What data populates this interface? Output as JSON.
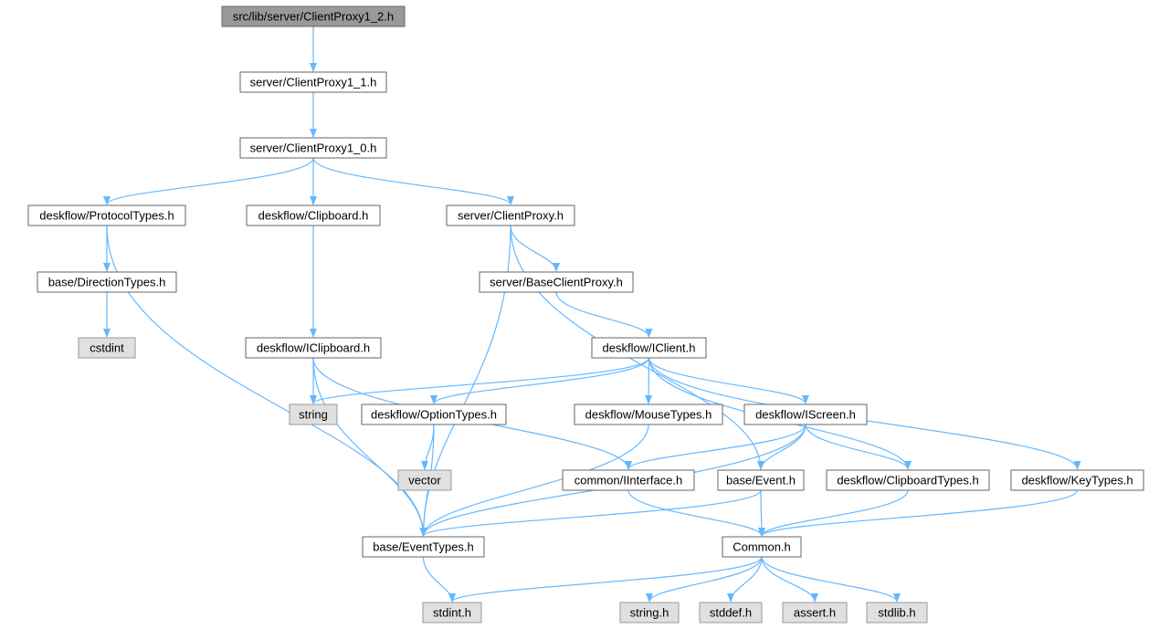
{
  "colors": {
    "edge": "#63b8ff",
    "node_border": "#666666",
    "root_fill": "#999999",
    "root_border": "#666666",
    "normal_fill": "#ffffff",
    "system_fill": "#e0e0e0",
    "system_border": "#999999"
  },
  "nodes": [
    {
      "id": "root",
      "label": "src/lib/server/ClientProxy1_2.h",
      "kind": "root"
    },
    {
      "id": "cp11",
      "label": "server/ClientProxy1_1.h",
      "kind": "normal"
    },
    {
      "id": "cp10",
      "label": "server/ClientProxy1_0.h",
      "kind": "normal"
    },
    {
      "id": "prot",
      "label": "deskflow/ProtocolTypes.h",
      "kind": "normal"
    },
    {
      "id": "clip",
      "label": "deskflow/Clipboard.h",
      "kind": "normal"
    },
    {
      "id": "cp",
      "label": "server/ClientProxy.h",
      "kind": "normal"
    },
    {
      "id": "dir",
      "label": "base/DirectionTypes.h",
      "kind": "normal"
    },
    {
      "id": "bcp",
      "label": "server/BaseClientProxy.h",
      "kind": "normal"
    },
    {
      "id": "cstdint",
      "label": "cstdint",
      "kind": "system"
    },
    {
      "id": "iclip",
      "label": "deskflow/IClipboard.h",
      "kind": "normal"
    },
    {
      "id": "iclient",
      "label": "deskflow/IClient.h",
      "kind": "normal"
    },
    {
      "id": "string",
      "label": "string",
      "kind": "system"
    },
    {
      "id": "opt",
      "label": "deskflow/OptionTypes.h",
      "kind": "normal"
    },
    {
      "id": "mouse",
      "label": "deskflow/MouseTypes.h",
      "kind": "normal"
    },
    {
      "id": "iscreen",
      "label": "deskflow/IScreen.h",
      "kind": "normal"
    },
    {
      "id": "vector",
      "label": "vector",
      "kind": "system"
    },
    {
      "id": "iinterface",
      "label": "common/IInterface.h",
      "kind": "normal"
    },
    {
      "id": "event",
      "label": "base/Event.h",
      "kind": "normal"
    },
    {
      "id": "cliptypes",
      "label": "deskflow/ClipboardTypes.h",
      "kind": "normal"
    },
    {
      "id": "keytypes",
      "label": "deskflow/KeyTypes.h",
      "kind": "normal"
    },
    {
      "id": "evtypes",
      "label": "base/EventTypes.h",
      "kind": "normal"
    },
    {
      "id": "common",
      "label": "Common.h",
      "kind": "normal"
    },
    {
      "id": "stdint",
      "label": "stdint.h",
      "kind": "system"
    },
    {
      "id": "stringh",
      "label": "string.h",
      "kind": "system"
    },
    {
      "id": "stddef",
      "label": "stddef.h",
      "kind": "system"
    },
    {
      "id": "assert",
      "label": "assert.h",
      "kind": "system"
    },
    {
      "id": "stdlib",
      "label": "stdlib.h",
      "kind": "system"
    }
  ],
  "edges": [
    [
      "root",
      "cp11"
    ],
    [
      "cp11",
      "cp10"
    ],
    [
      "cp10",
      "prot"
    ],
    [
      "cp10",
      "clip"
    ],
    [
      "cp10",
      "cp"
    ],
    [
      "prot",
      "dir"
    ],
    [
      "prot",
      "evtypes"
    ],
    [
      "dir",
      "cstdint"
    ],
    [
      "clip",
      "iclip"
    ],
    [
      "cp",
      "bcp"
    ],
    [
      "cp",
      "evtypes"
    ],
    [
      "cp",
      "event"
    ],
    [
      "bcp",
      "iclient"
    ],
    [
      "iclip",
      "string"
    ],
    [
      "iclip",
      "evtypes"
    ],
    [
      "iclip",
      "iinterface"
    ],
    [
      "iclient",
      "string"
    ],
    [
      "iclient",
      "opt"
    ],
    [
      "iclient",
      "mouse"
    ],
    [
      "iclient",
      "iscreen"
    ],
    [
      "iclient",
      "cliptypes"
    ],
    [
      "iclient",
      "keytypes"
    ],
    [
      "opt",
      "vector"
    ],
    [
      "opt",
      "evtypes"
    ],
    [
      "mouse",
      "evtypes"
    ],
    [
      "iscreen",
      "evtypes"
    ],
    [
      "iscreen",
      "iinterface"
    ],
    [
      "iscreen",
      "event"
    ],
    [
      "iscreen",
      "cliptypes"
    ],
    [
      "iinterface",
      "common"
    ],
    [
      "event",
      "evtypes"
    ],
    [
      "event",
      "common"
    ],
    [
      "cliptypes",
      "common"
    ],
    [
      "keytypes",
      "common"
    ],
    [
      "evtypes",
      "stdint"
    ],
    [
      "common",
      "stdint"
    ],
    [
      "common",
      "stringh"
    ],
    [
      "common",
      "stddef"
    ],
    [
      "common",
      "assert"
    ],
    [
      "common",
      "stdlib"
    ]
  ]
}
